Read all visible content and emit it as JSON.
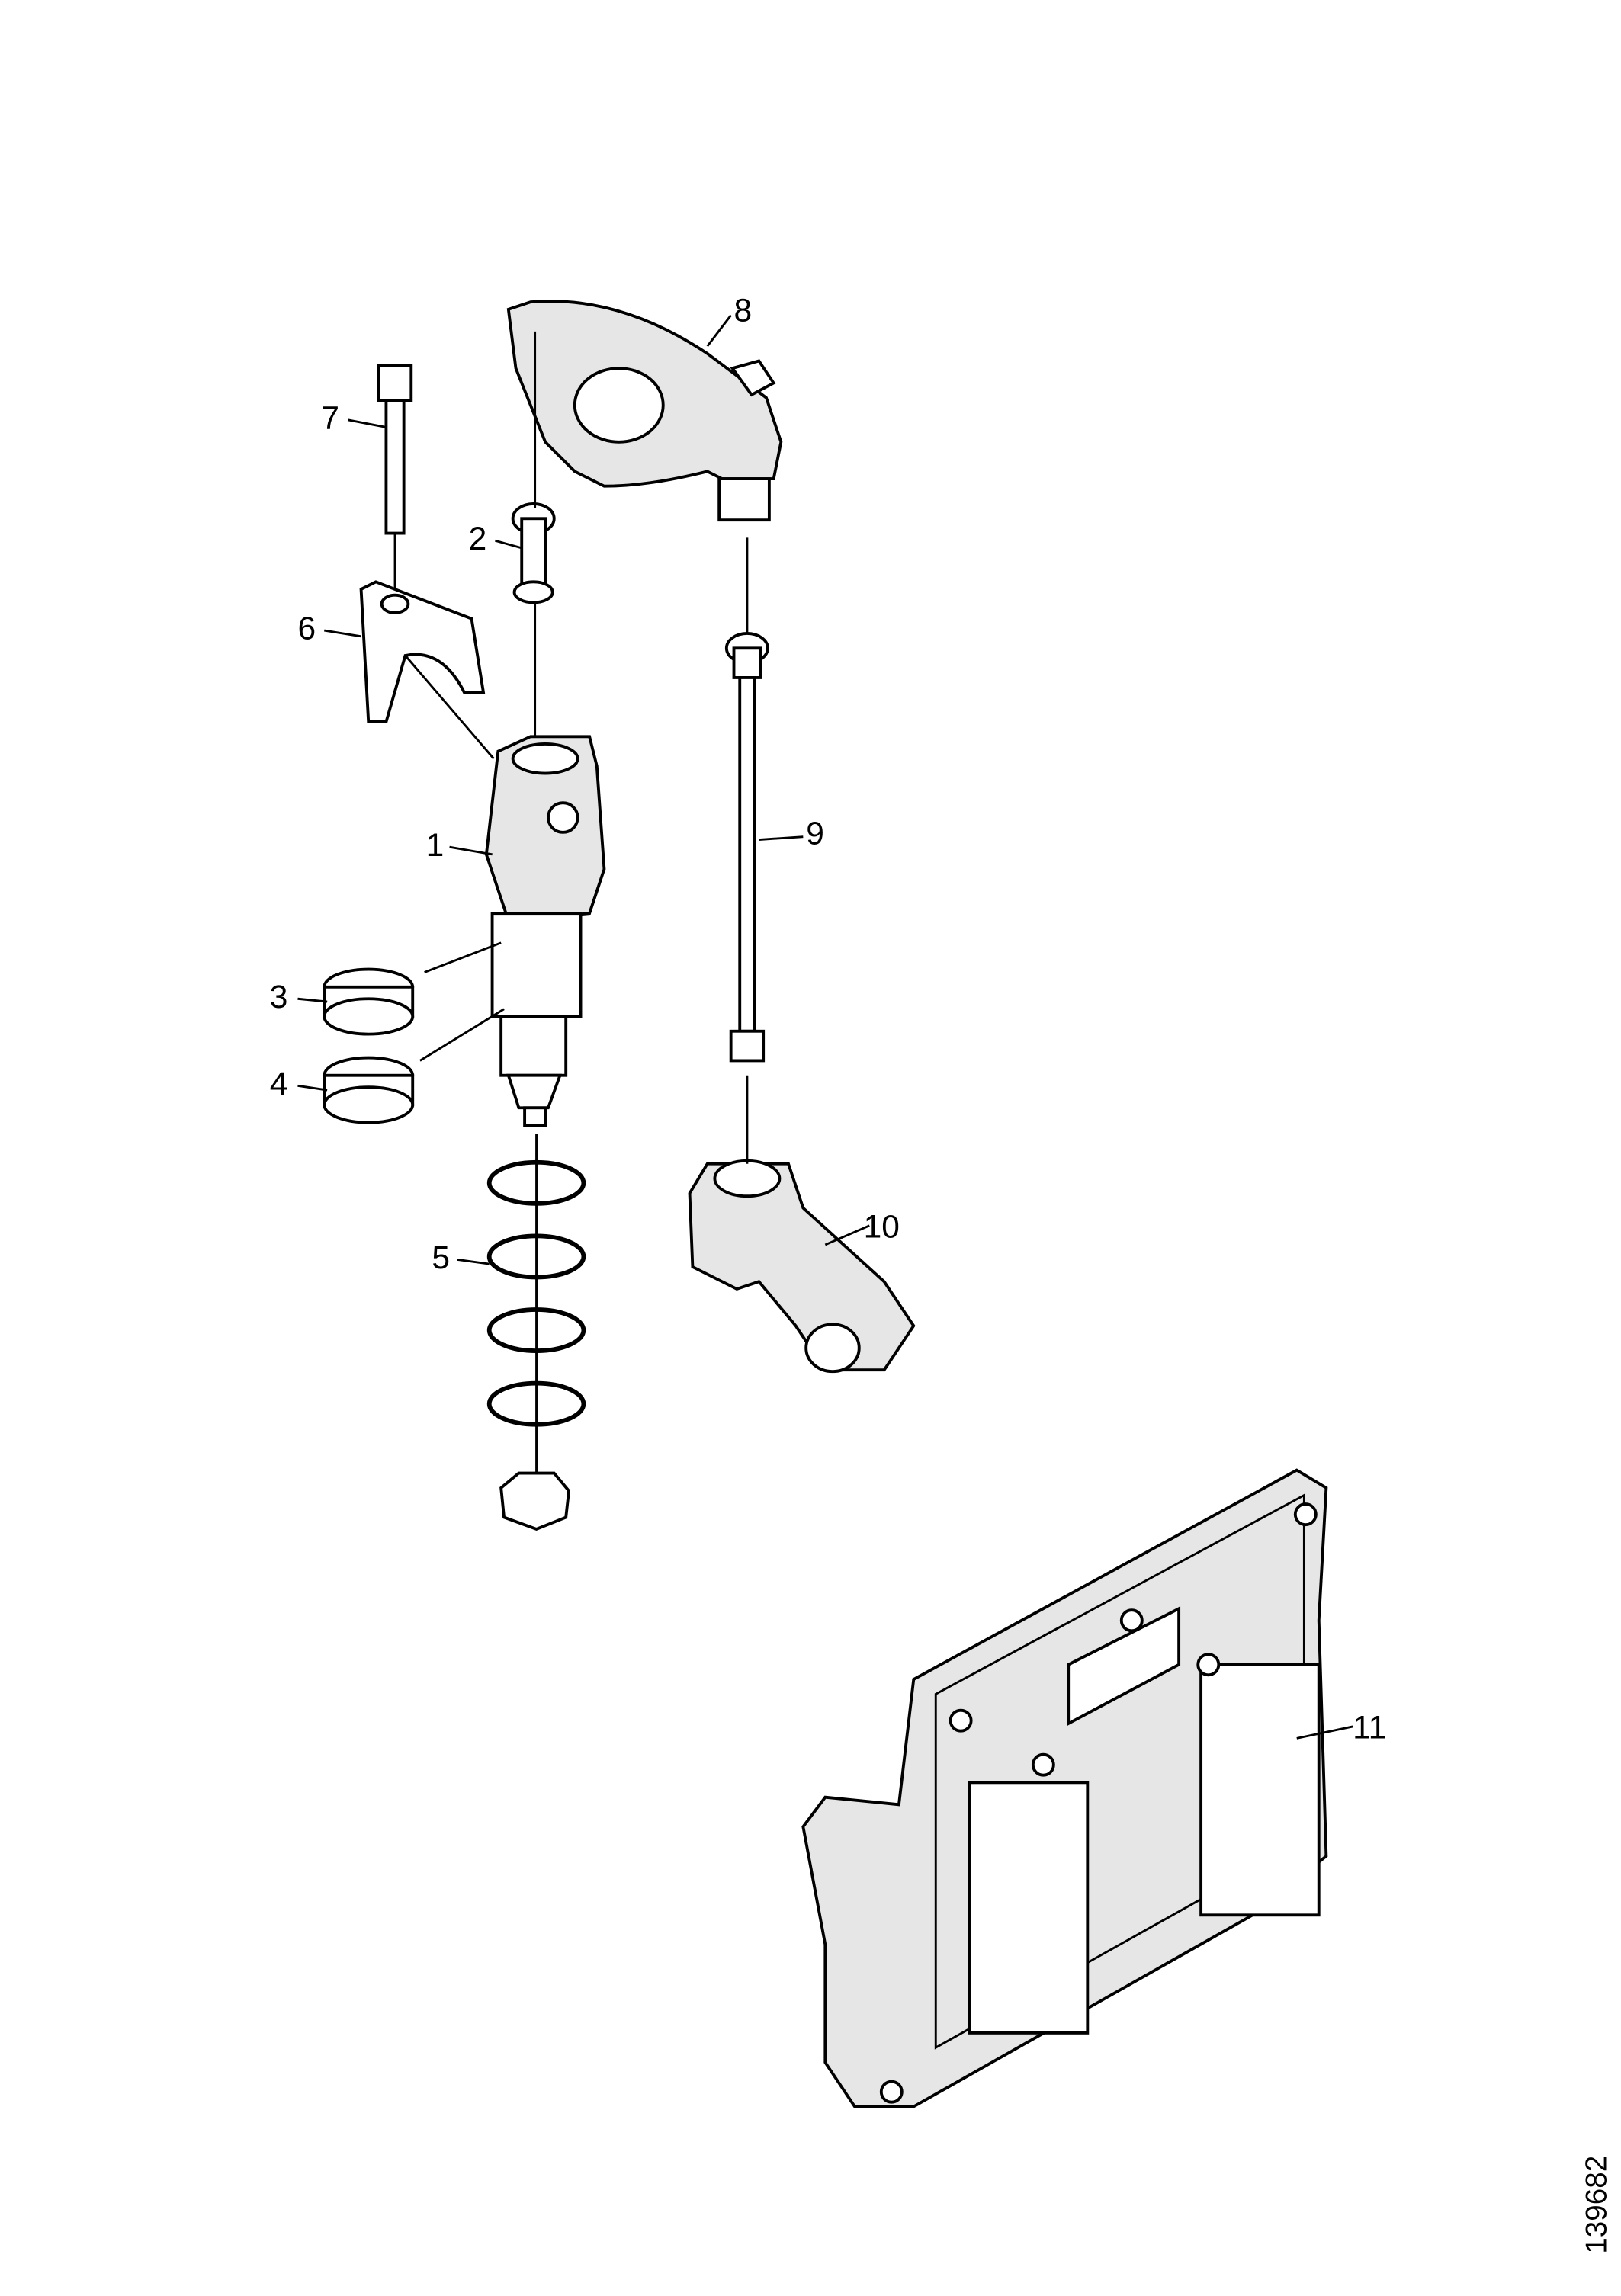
{
  "diagram": {
    "callouts": [
      {
        "id": "1",
        "label": "1",
        "part": "unit-injector"
      },
      {
        "id": "2",
        "label": "2",
        "part": "push-pin"
      },
      {
        "id": "3",
        "label": "3",
        "part": "sealing-ring-upper"
      },
      {
        "id": "4",
        "label": "4",
        "part": "sealing-ring-lower"
      },
      {
        "id": "5",
        "label": "5",
        "part": "o-rings"
      },
      {
        "id": "6",
        "label": "6",
        "part": "clamp-yoke"
      },
      {
        "id": "7",
        "label": "7",
        "part": "bolt"
      },
      {
        "id": "8",
        "label": "8",
        "part": "rocker-arm"
      },
      {
        "id": "9",
        "label": "9",
        "part": "push-rod"
      },
      {
        "id": "10",
        "label": "10",
        "part": "cam-follower"
      },
      {
        "id": "11",
        "label": "11",
        "part": "control-unit"
      }
    ],
    "figure_number": "139682"
  }
}
